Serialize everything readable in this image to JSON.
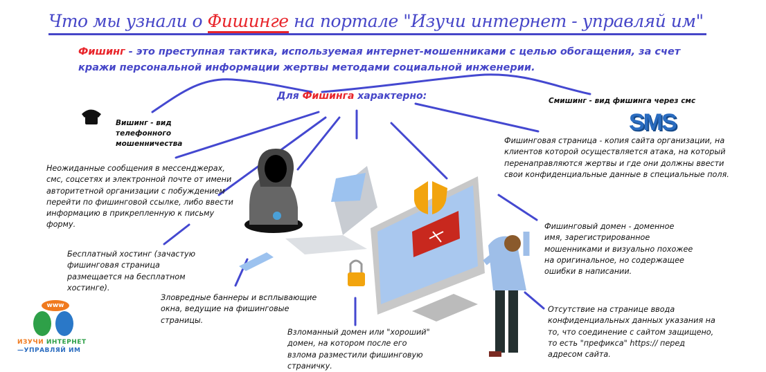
{
  "title": {
    "before": "Что мы узнали о ",
    "highlight": "Фишинге",
    "after": " на портале \"Изучи интернет - управляй им\""
  },
  "definition": {
    "term": "Фишинг",
    "text": " - это преступная тактика, используемая интернет-мошенниками с целью обогащения, за счет кражи персональной информации жертвы методами социальной инженерии."
  },
  "subtitle": {
    "before": "Для ",
    "highlight": "Фишинга",
    "after": " характерно:"
  },
  "notes": {
    "vishing": "Вишинг - вид телефонного мошенничества",
    "smishing": "Смишинг - вид фишинга через смс",
    "messages": "Неожиданные сообщения в мессенджерах, смс, соцсетях и электронной почте от имени авторитетной организации с побуждением перейти по фишинговой ссылке, либо ввести информацию в прикрепленную к письму форму.",
    "hosting": "Бесплатный хостинг (зачастую фишинговая страница размещается на бесплатном хостинге).",
    "banners": "Зловредные баннеры и всплывающие окна, ведущие на фишинговые страницы.",
    "hacked_domain": "Взломанный домен или \"хороший\" домен, на котором после его взлома разместили фишинговую страничку.",
    "phishing_page": "Фишинговая страница - копия сайта организации, на клиентов которой осуществляется атака, на который перенаправляются жертвы и где они должны ввести свои конфиденциальные данные в специальные поля.",
    "phishing_domain": "Фишинговый домен - доменное имя, зарегистрированное мошенниками и визуально похожее на оригинальное, но содержащее ошибки в написании.",
    "no_https": "Отсутствие на странице ввода конфиденциальных данных указания на то, что соединение с сайтом защищено, то есть \"префикса\" https:// перед адресом сайта."
  },
  "sms_label": "SMS",
  "logo": {
    "www": "www",
    "line1a": "ИЗУЧИ ",
    "line1b": "ИНТЕРНЕТ",
    "line2": "—УПРАВЛЯЙ ИМ"
  },
  "colors": {
    "accent": "#4646c8",
    "highlight": "#e8242a"
  }
}
